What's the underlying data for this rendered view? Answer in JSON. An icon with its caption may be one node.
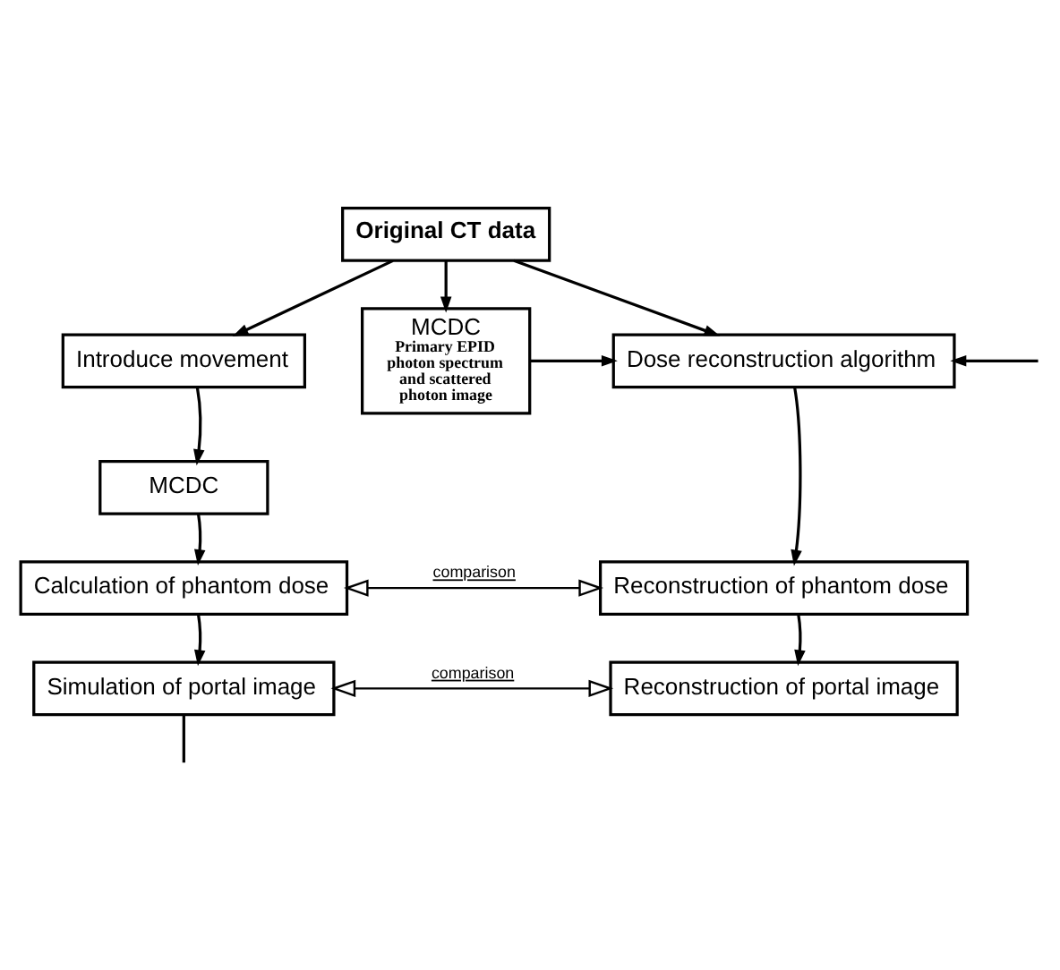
{
  "diagram": {
    "nodes": [
      {
        "text": [
          "Original CT data"
        ]
      },
      {
        "text": [
          "Introduce movement"
        ]
      },
      {
        "text": [
          "MCDC",
          "Primary EPID photon spectrum and scattered photon image"
        ]
      },
      {
        "text": [
          "Dose reconstruction algorithm"
        ]
      },
      {
        "text": [
          "MCDC"
        ]
      },
      {
        "text": [
          "Calculation of phantom dose"
        ]
      },
      {
        "text": [
          "Reconstruction of phantom dose"
        ]
      },
      {
        "text": [
          "Simulation of portal image"
        ]
      },
      {
        "text": [
          "Reconstruction of portal image"
        ]
      }
    ],
    "edges": [
      {
        "from": 0,
        "to": 1,
        "arrow": "to"
      },
      {
        "from": 0,
        "to": 2,
        "arrow": "to"
      },
      {
        "from": 0,
        "to": 3,
        "arrow": "to"
      },
      {
        "from": 2,
        "to": 3,
        "arrow": "to"
      },
      {
        "from": null,
        "to": 3,
        "arrow": "to"
      },
      {
        "from": 1,
        "to": 4,
        "arrow": "to"
      },
      {
        "from": 4,
        "to": 5,
        "arrow": "to"
      },
      {
        "from": 3,
        "to": 6,
        "arrow": "to"
      },
      {
        "from": 5,
        "to": 6,
        "arrow": "both",
        "label": "comparison"
      },
      {
        "from": 5,
        "to": 7,
        "arrow": "to"
      },
      {
        "from": 6,
        "to": 8,
        "arrow": "to"
      },
      {
        "from": 7,
        "to": 8,
        "arrow": "both",
        "label": "comparison"
      },
      {
        "from": 7,
        "to": null,
        "arrow": "none"
      }
    ]
  }
}
